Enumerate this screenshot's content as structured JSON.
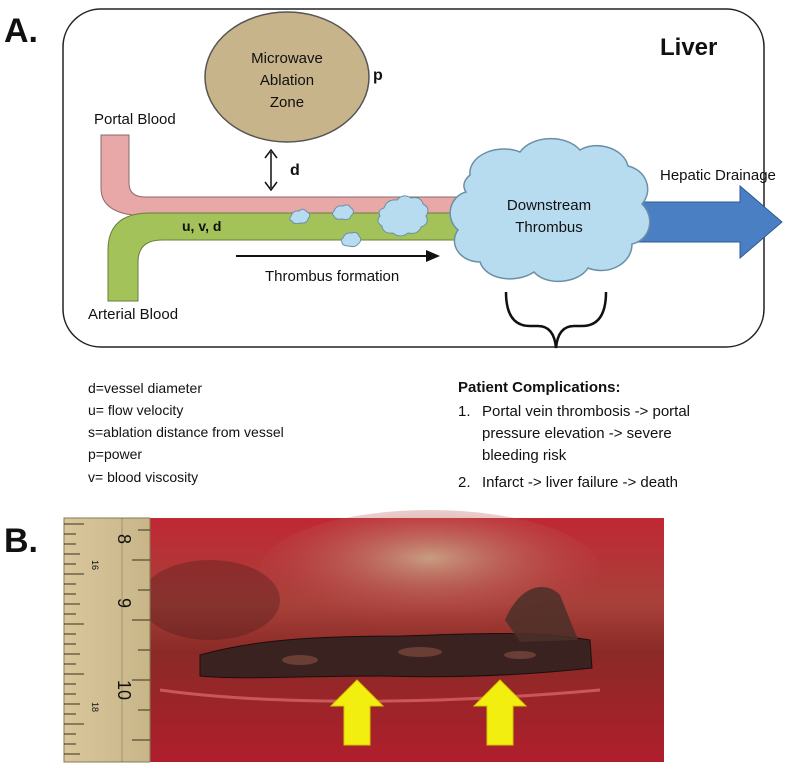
{
  "panel_a": {
    "label": "A.",
    "organ": "Liver",
    "ablation_zone": {
      "line1": "Microwave",
      "line2": "Ablation",
      "line3": "Zone"
    },
    "power_symbol": "p",
    "distance_symbol": "d",
    "portal_blood": "Portal Blood",
    "arterial_blood": "Arterial Blood",
    "vessel_params": "u, v, d",
    "thrombus_formation": "Thrombus formation",
    "downstream_thrombus": {
      "line1": "Downstream",
      "line2": "Thrombus"
    },
    "hepatic_drainage": "Hepatic Drainage",
    "legend": [
      "d=vessel diameter",
      "u= flow velocity",
      "s=ablation distance from vessel",
      "p=power",
      "v= blood viscosity"
    ],
    "complications": {
      "title": "Patient Complications:",
      "item1_num": "1.",
      "item1_lines": [
        "Portal vein thrombosis -> portal",
        "pressure elevation -> severe",
        "bleeding risk"
      ],
      "item2_num": "2.",
      "item2_lines": [
        "Infarct -> liver failure -> death"
      ]
    },
    "colors": {
      "portal_vessel": "#e8a8a8",
      "arterial_vessel": "#a4c25a",
      "ablation_zone": "#c8b48a",
      "thrombus": "#b8dcef",
      "hepatic_arrow": "#4a7fc4"
    }
  },
  "panel_b": {
    "label": "B.",
    "ruler_numbers": [
      "8",
      "9",
      "10"
    ],
    "ruler_small_numbers": [
      "16",
      "18"
    ],
    "arrow_color": "#f2ee10"
  }
}
